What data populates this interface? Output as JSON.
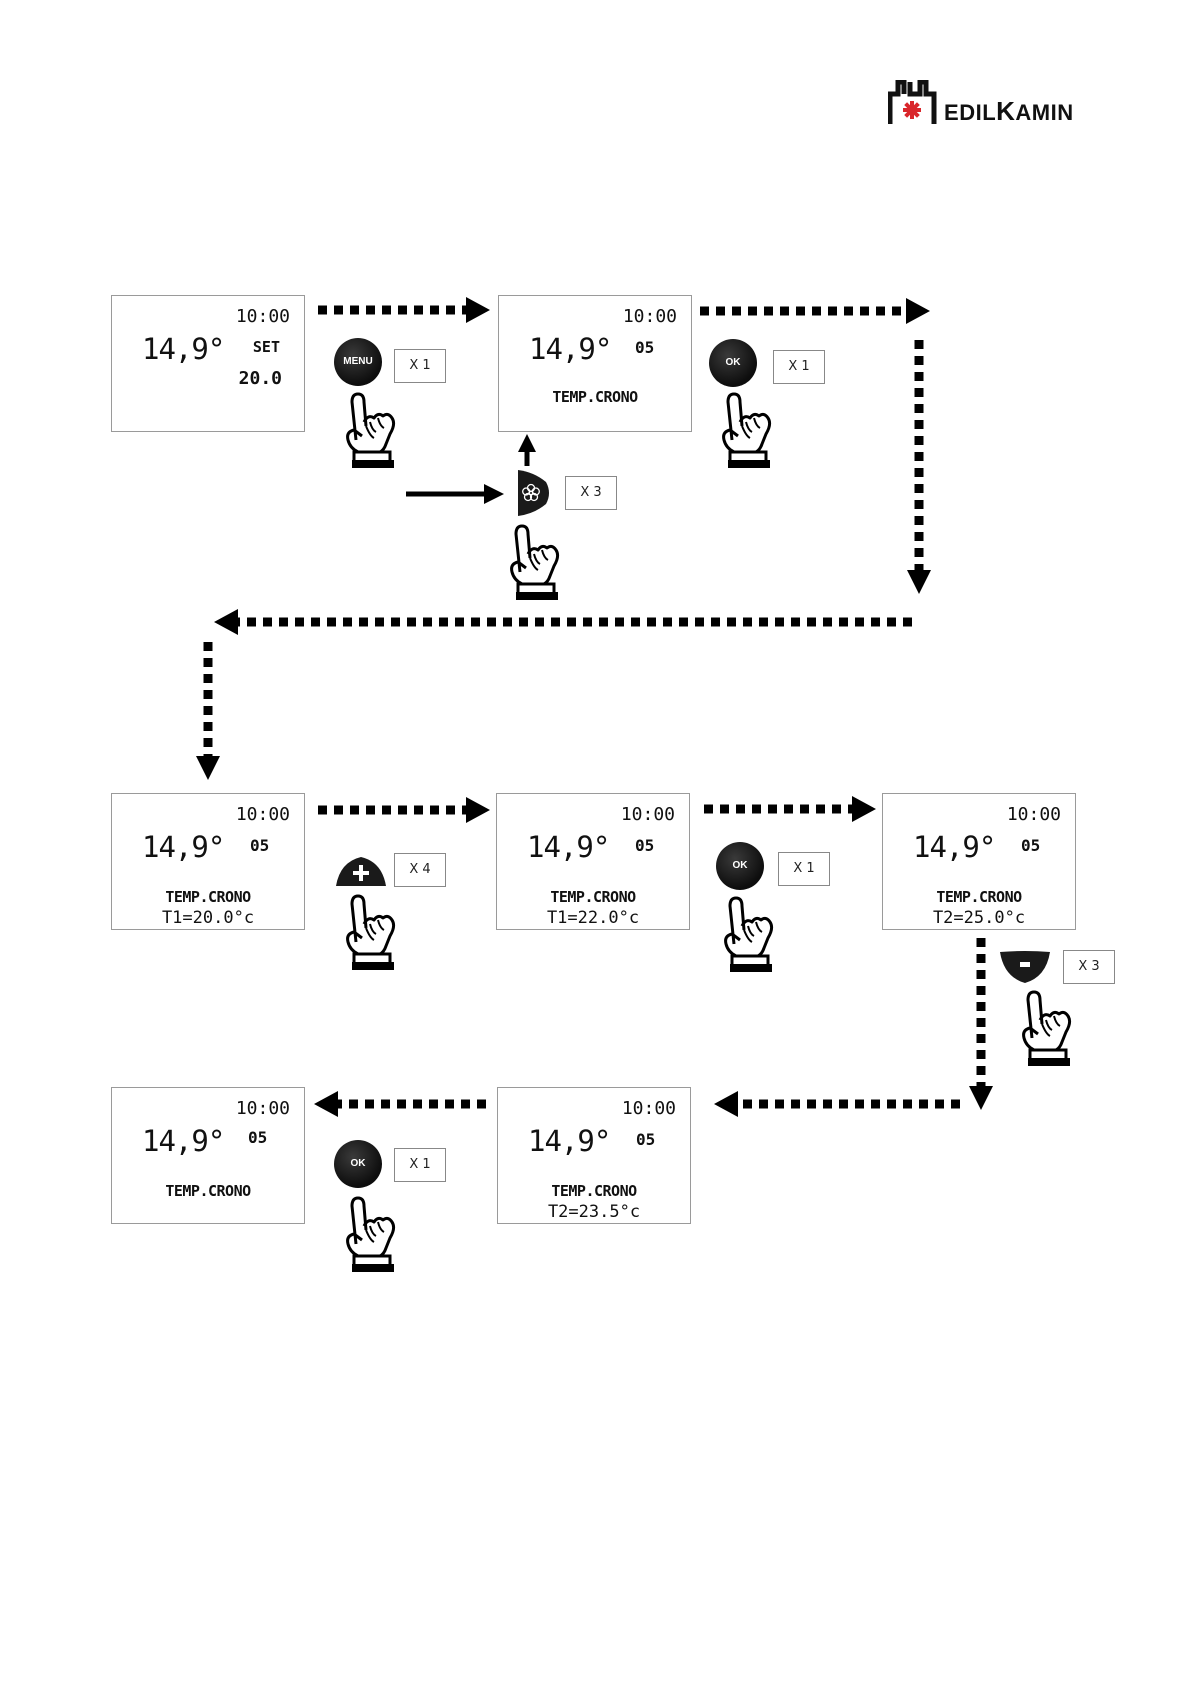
{
  "brand": {
    "name": "EDILKAMIN",
    "first": "E",
    "mid": "DIL",
    "k": "K",
    "rest": "AMIN",
    "accent_color": "#d9262b"
  },
  "panels": [
    {
      "id": "p1",
      "time": "10:00",
      "temp": "14,9°",
      "set_label": "SET",
      "set_value": "20.0"
    },
    {
      "id": "p2",
      "time": "10:00",
      "temp": "14,9°",
      "side": "05",
      "line3": "TEMP.CRONO"
    },
    {
      "id": "p3",
      "time": "10:00",
      "temp": "14,9°",
      "side": "05",
      "line3": "TEMP.CRONO",
      "line4": "T1=20.0°c"
    },
    {
      "id": "p4",
      "time": "10:00",
      "temp": "14,9°",
      "side": "05",
      "line3": "TEMP.CRONO",
      "line4": "T1=22.0°c"
    },
    {
      "id": "p5",
      "time": "10:00",
      "temp": "14,9°",
      "side": "05",
      "line3": "TEMP.CRONO",
      "line4": "T2=25.0°c"
    },
    {
      "id": "p6",
      "time": "10:00",
      "temp": "14,9°",
      "side": "05",
      "line3": "TEMP.CRONO",
      "line4": "T2=23.5°c"
    },
    {
      "id": "p7",
      "time": "10:00",
      "temp": "14,9°",
      "side": "05",
      "line3": "TEMP.CRONO"
    }
  ],
  "steps": [
    {
      "button": "MENU",
      "count": "X 1"
    },
    {
      "button": "fan",
      "count": "X 3"
    },
    {
      "button": "OK",
      "count": "X 1"
    },
    {
      "button": "+",
      "count": "X 4"
    },
    {
      "button": "OK",
      "count": "X 1"
    },
    {
      "button": "-",
      "count": "X 3"
    },
    {
      "button": "OK",
      "count": "X 1"
    }
  ]
}
